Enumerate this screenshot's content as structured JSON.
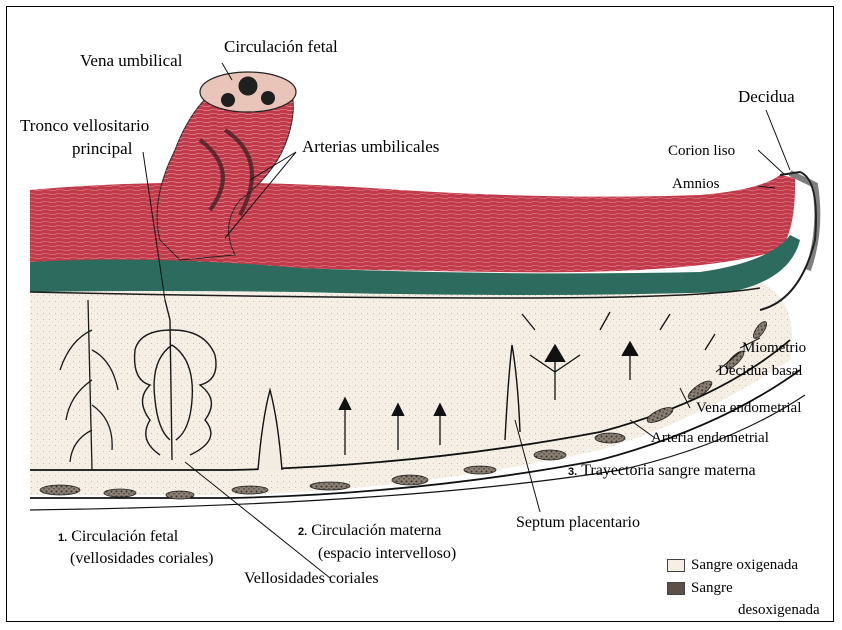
{
  "labels": {
    "circulacion_fetal_top": "Circulación fetal",
    "vena_umbilical": "Vena umbilical",
    "tronco_line1": "Tronco vellositario",
    "tronco_line2": "principal",
    "arterias_umbilicales": "Arterias umbilicales",
    "decidua": "Decidua",
    "corion_liso": "Corion liso",
    "amnios": "Amnios",
    "miometrio": "Miometrio",
    "decidua_basal": "Decidua basal",
    "vena_endometrial": "Vena endometrial",
    "arteria_endometrial": "Arteria endometrial",
    "trayectoria_num": "3.",
    "trayectoria": "Trayectoria sangre materna",
    "septum": "Septum placentario",
    "circ_fetal_num": "1.",
    "circ_fetal_line1": "Circulación fetal",
    "circ_fetal_line2": "(vellosidades coriales)",
    "circ_materna_num": "2.",
    "circ_materna_line1": "Circulación materna",
    "circ_materna_line2": "(espacio intervelloso)",
    "vellosidades": "Vellosidades coriales"
  },
  "legend": {
    "oxigenada": "Sangre oxigenada",
    "desox_line1": "Sangre",
    "desox_line2": "desoxigenada"
  },
  "colors": {
    "chorionic_plate": "#c23a4a",
    "amnion_band": "#2d6b5e",
    "intervillous": "#f7f1ea",
    "outline": "#222222"
  }
}
